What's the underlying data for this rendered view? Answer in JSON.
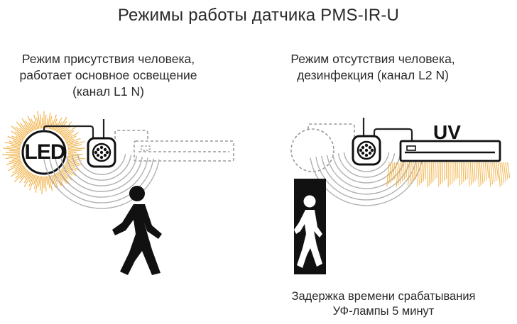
{
  "title": "Режимы работы датчика PMS-IR-U",
  "left_panel": {
    "caption_lines": [
      "Режим присутствия человека,",
      "работает основное освещение",
      "(канал L1 N)"
    ],
    "lamp_label": "LED"
  },
  "right_panel": {
    "caption_lines": [
      "Режим отсутствия человека,",
      "дезинфекция (канал L2 N)"
    ],
    "lamp_label": "UV",
    "footnote_lines": [
      "Задержка времени срабатывания",
      "УФ-лампы 5 минут"
    ]
  },
  "colors": {
    "text": "#2a2a2a",
    "line": "#222222",
    "dashed": "#9a9a9a",
    "arc": "#b0b0b0",
    "glow": "#f0a830",
    "figure": "#111111"
  }
}
